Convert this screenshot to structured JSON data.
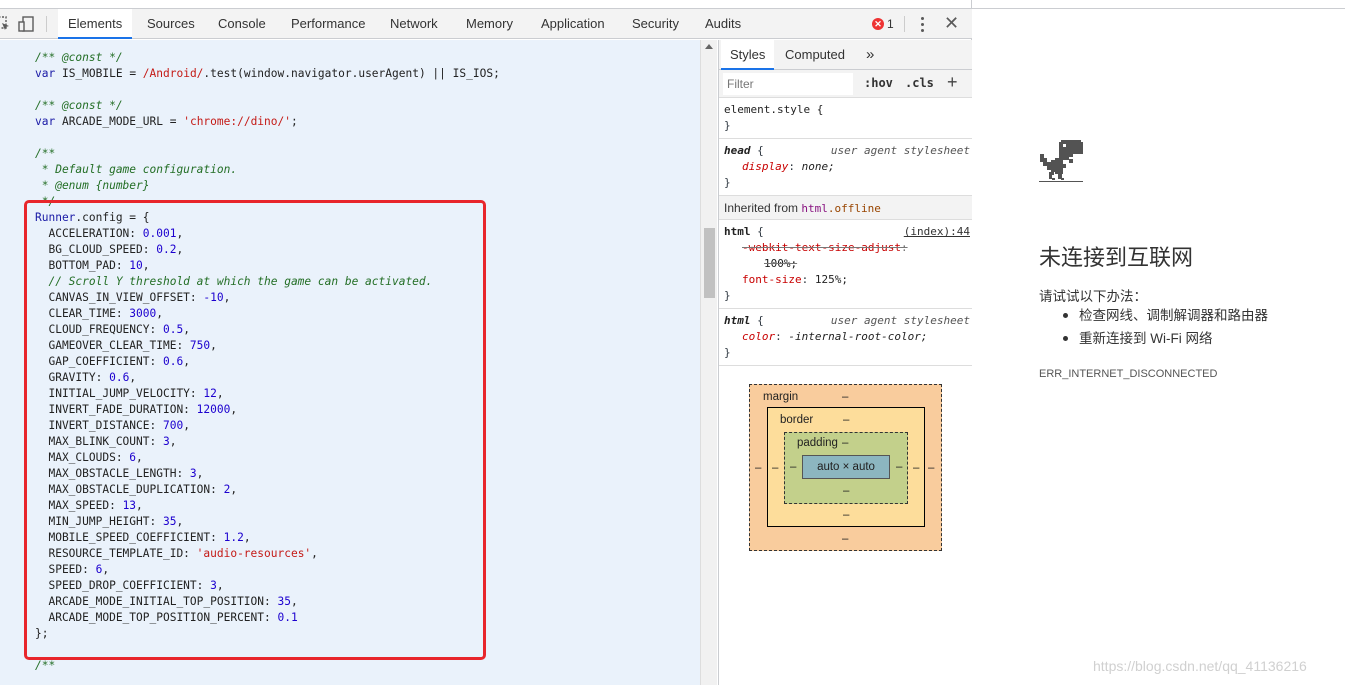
{
  "toolbar": {
    "tabs": [
      "Elements",
      "Sources",
      "Console",
      "Performance",
      "Network",
      "Memory",
      "Application",
      "Security",
      "Audits"
    ],
    "error_count": "1",
    "icons": [
      "inspect-icon",
      "device-toolbar-icon",
      "error-icon",
      "more-options-icon",
      "close-icon"
    ]
  },
  "code": {
    "lines": [
      {
        "parts": [
          [
            "c",
            "/** @const */"
          ]
        ]
      },
      {
        "parts": [
          [
            "kw",
            "var "
          ],
          [
            "id",
            "IS_MOBILE"
          ],
          [
            "p",
            " = "
          ],
          [
            "s",
            "/Android/"
          ],
          [
            "p",
            ".test(window.navigator.userAgent) || "
          ],
          [
            "id",
            "IS_IOS"
          ],
          [
            "p",
            ";"
          ]
        ]
      },
      {
        "parts": [
          [
            "p",
            ""
          ]
        ]
      },
      {
        "parts": [
          [
            "c",
            "/** @const */"
          ]
        ]
      },
      {
        "parts": [
          [
            "kw",
            "var "
          ],
          [
            "id",
            "ARCADE_MODE_URL"
          ],
          [
            "p",
            " = "
          ],
          [
            "s",
            "'chrome://dino/'"
          ],
          [
            "p",
            ";"
          ]
        ]
      },
      {
        "parts": [
          [
            "p",
            ""
          ]
        ]
      },
      {
        "parts": [
          [
            "c",
            "/**"
          ]
        ]
      },
      {
        "parts": [
          [
            "c",
            " * Default game configuration."
          ]
        ]
      },
      {
        "parts": [
          [
            "c",
            " * @enum {number}"
          ]
        ]
      },
      {
        "parts": [
          [
            "c",
            " */"
          ]
        ]
      },
      {
        "parts": [
          [
            "kw",
            "Runner"
          ],
          [
            "p",
            ".config = {"
          ]
        ]
      },
      {
        "parts": [
          [
            "p",
            "  ACCELERATION: "
          ],
          [
            "v",
            "0.001"
          ],
          [
            "p",
            ","
          ]
        ]
      },
      {
        "parts": [
          [
            "p",
            "  BG_CLOUD_SPEED: "
          ],
          [
            "v",
            "0.2"
          ],
          [
            "p",
            ","
          ]
        ]
      },
      {
        "parts": [
          [
            "p",
            "  BOTTOM_PAD: "
          ],
          [
            "v",
            "10"
          ],
          [
            "p",
            ","
          ]
        ]
      },
      {
        "parts": [
          [
            "c",
            "  // Scroll Y threshold at which the game can be activated."
          ]
        ]
      },
      {
        "parts": [
          [
            "p",
            "  CANVAS_IN_VIEW_OFFSET: "
          ],
          [
            "v",
            "-10"
          ],
          [
            "p",
            ","
          ]
        ]
      },
      {
        "parts": [
          [
            "p",
            "  CLEAR_TIME: "
          ],
          [
            "v",
            "3000"
          ],
          [
            "p",
            ","
          ]
        ]
      },
      {
        "parts": [
          [
            "p",
            "  CLOUD_FREQUENCY: "
          ],
          [
            "v",
            "0.5"
          ],
          [
            "p",
            ","
          ]
        ]
      },
      {
        "parts": [
          [
            "p",
            "  GAMEOVER_CLEAR_TIME: "
          ],
          [
            "v",
            "750"
          ],
          [
            "p",
            ","
          ]
        ]
      },
      {
        "parts": [
          [
            "p",
            "  GAP_COEFFICIENT: "
          ],
          [
            "v",
            "0.6"
          ],
          [
            "p",
            ","
          ]
        ]
      },
      {
        "parts": [
          [
            "p",
            "  GRAVITY: "
          ],
          [
            "v",
            "0.6"
          ],
          [
            "p",
            ","
          ]
        ]
      },
      {
        "parts": [
          [
            "p",
            "  INITIAL_JUMP_VELOCITY: "
          ],
          [
            "v",
            "12"
          ],
          [
            "p",
            ","
          ]
        ]
      },
      {
        "parts": [
          [
            "p",
            "  INVERT_FADE_DURATION: "
          ],
          [
            "v",
            "12000"
          ],
          [
            "p",
            ","
          ]
        ]
      },
      {
        "parts": [
          [
            "p",
            "  INVERT_DISTANCE: "
          ],
          [
            "v",
            "700"
          ],
          [
            "p",
            ","
          ]
        ]
      },
      {
        "parts": [
          [
            "p",
            "  MAX_BLINK_COUNT: "
          ],
          [
            "v",
            "3"
          ],
          [
            "p",
            ","
          ]
        ]
      },
      {
        "parts": [
          [
            "p",
            "  MAX_CLOUDS: "
          ],
          [
            "v",
            "6"
          ],
          [
            "p",
            ","
          ]
        ]
      },
      {
        "parts": [
          [
            "p",
            "  MAX_OBSTACLE_LENGTH: "
          ],
          [
            "v",
            "3"
          ],
          [
            "p",
            ","
          ]
        ]
      },
      {
        "parts": [
          [
            "p",
            "  MAX_OBSTACLE_DUPLICATION: "
          ],
          [
            "v",
            "2"
          ],
          [
            "p",
            ","
          ]
        ]
      },
      {
        "parts": [
          [
            "p",
            "  MAX_SPEED: "
          ],
          [
            "v",
            "13"
          ],
          [
            "p",
            ","
          ]
        ]
      },
      {
        "parts": [
          [
            "p",
            "  MIN_JUMP_HEIGHT: "
          ],
          [
            "v",
            "35"
          ],
          [
            "p",
            ","
          ]
        ]
      },
      {
        "parts": [
          [
            "p",
            "  MOBILE_SPEED_COEFFICIENT: "
          ],
          [
            "v",
            "1.2"
          ],
          [
            "p",
            ","
          ]
        ]
      },
      {
        "parts": [
          [
            "p",
            "  RESOURCE_TEMPLATE_ID: "
          ],
          [
            "s",
            "'audio-resources'"
          ],
          [
            "p",
            ","
          ]
        ]
      },
      {
        "parts": [
          [
            "p",
            "  SPEED: "
          ],
          [
            "v",
            "6"
          ],
          [
            "p",
            ","
          ]
        ]
      },
      {
        "parts": [
          [
            "p",
            "  SPEED_DROP_COEFFICIENT: "
          ],
          [
            "v",
            "3"
          ],
          [
            "p",
            ","
          ]
        ]
      },
      {
        "parts": [
          [
            "p",
            "  ARCADE_MODE_INITIAL_TOP_POSITION: "
          ],
          [
            "v",
            "35"
          ],
          [
            "p",
            ","
          ]
        ]
      },
      {
        "parts": [
          [
            "p",
            "  ARCADE_MODE_TOP_POSITION_PERCENT: "
          ],
          [
            "v",
            "0.1"
          ]
        ]
      },
      {
        "parts": [
          [
            "p",
            "};"
          ]
        ]
      },
      {
        "parts": [
          [
            "p",
            ""
          ]
        ]
      },
      {
        "parts": [
          [
            "c",
            "/**"
          ]
        ]
      }
    ],
    "highlight_color": "#e8262b"
  },
  "styles": {
    "tabs": [
      "Styles",
      "Computed"
    ],
    "more_tabs": "»",
    "filter_placeholder": "Filter",
    "hov": ":hov",
    "cls": ".cls",
    "add": "+",
    "element_style": "element.style {",
    "close_brace": "}",
    "rule_head": {
      "selector": "head",
      "origin": "user agent stylesheet",
      "prop": "display",
      "value": "none;"
    },
    "inherited_label": "Inherited from ",
    "inherited_el": "html",
    "inherited_cls": ".offline",
    "rule_html1": {
      "selector": "html",
      "origin": "(index):44",
      "strike_prop": "-webkit-text-size-adjust",
      "strike_value": "100%;",
      "prop": "font-size",
      "value": "125%;"
    },
    "rule_html2": {
      "selector": "html",
      "origin": "user agent stylesheet",
      "prop": "color",
      "value": "-internal-root-color;"
    }
  },
  "boxmodel": {
    "margin": "margin",
    "border": "border",
    "padding": "padding",
    "content": "auto × auto",
    "dash": "–"
  },
  "offline": {
    "title": "未连接到互联网",
    "try": "请试试以下办法：",
    "items": [
      "检查网线、调制解调器和路由器",
      "重新连接到 Wi-Fi 网络"
    ],
    "error_code": "ERR_INTERNET_DISCONNECTED",
    "watermark": "https://blog.csdn.net/qq_41136216"
  }
}
